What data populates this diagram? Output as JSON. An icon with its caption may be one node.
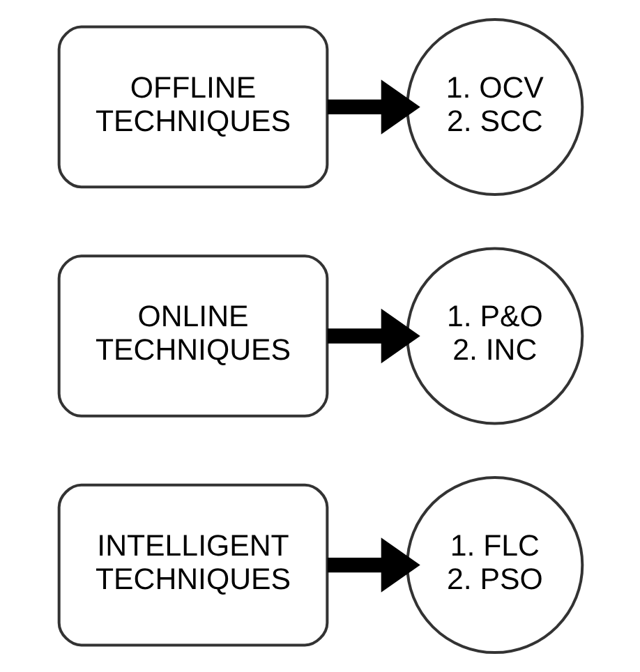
{
  "diagram": {
    "nodes": [
      {
        "text": [
          "OFFLINE TECHNIQUES"
        ]
      },
      {
        "text": [
          "1. OCV",
          "2. SCC"
        ]
      },
      {
        "text": [
          "ONLINE TECHNIQUES"
        ]
      },
      {
        "text": [
          "1. P&O",
          "2. INC"
        ]
      },
      {
        "text": [
          "INTELLIGENT TECHNIQUES"
        ]
      },
      {
        "text": [
          "1. FLC",
          "2. PSO"
        ]
      }
    ],
    "edges": [
      {
        "from": 0,
        "to": 1,
        "arrow": "to"
      },
      {
        "from": 2,
        "to": 3,
        "arrow": "to"
      },
      {
        "from": 4,
        "to": 5,
        "arrow": "to"
      }
    ]
  }
}
